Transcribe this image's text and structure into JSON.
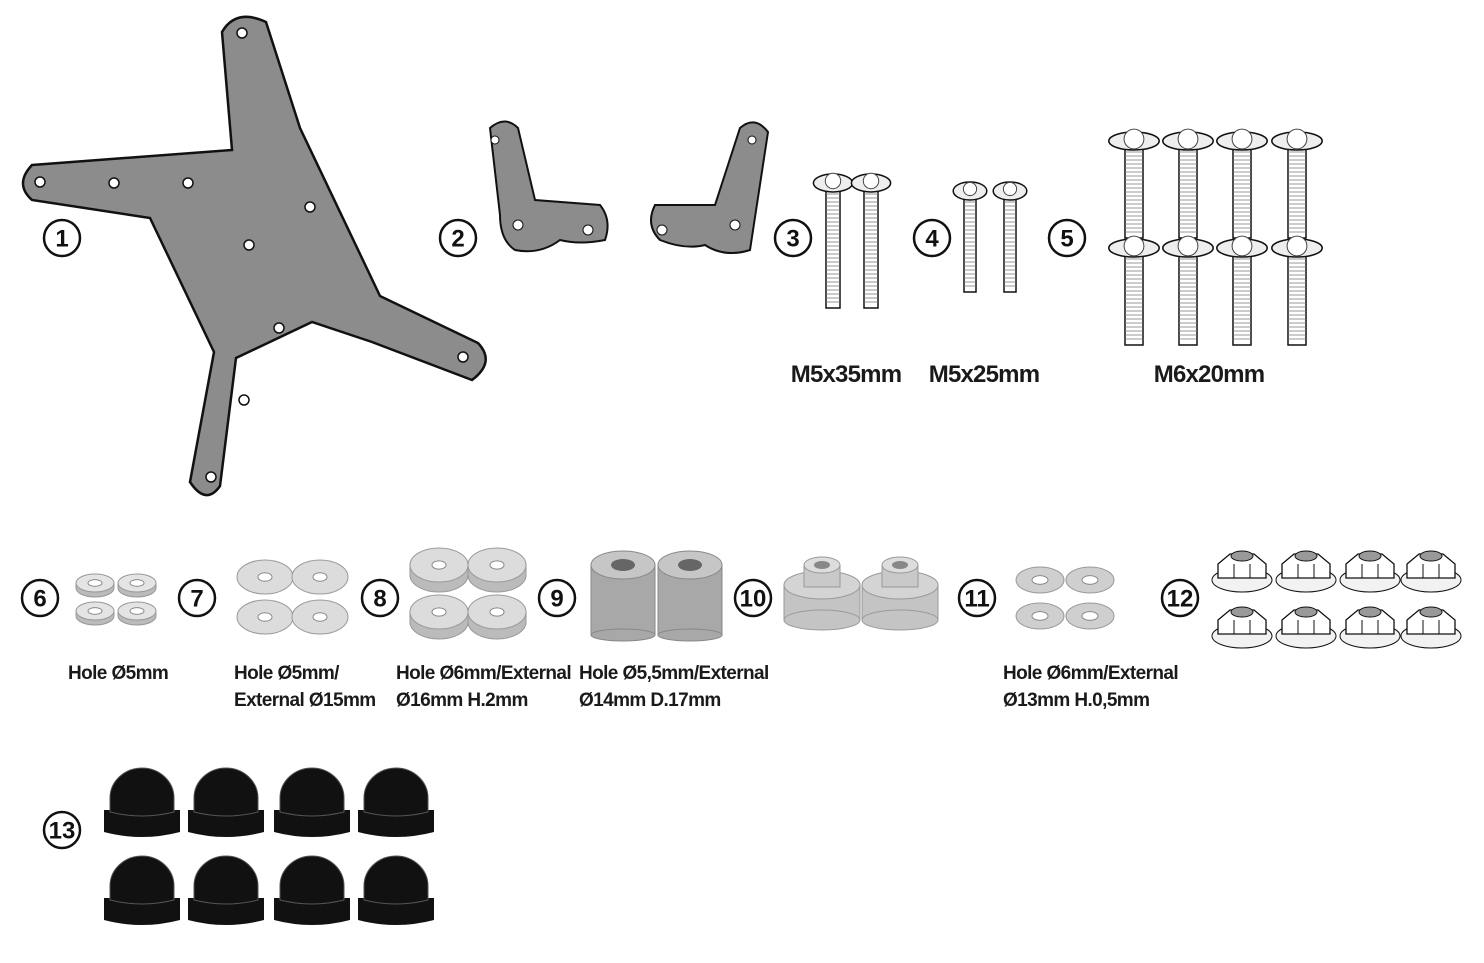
{
  "parts": [
    {
      "number": "1",
      "lines": []
    },
    {
      "number": "2",
      "lines": []
    },
    {
      "number": "3",
      "lines": [
        "M5x35mm"
      ]
    },
    {
      "number": "4",
      "lines": [
        "M5x25mm"
      ]
    },
    {
      "number": "5",
      "lines": [
        "M6x20mm"
      ]
    },
    {
      "number": "6",
      "lines": [
        "Hole Ø5mm"
      ]
    },
    {
      "number": "7",
      "lines": [
        "Hole Ø5mm/",
        "External Ø15mm"
      ]
    },
    {
      "number": "8",
      "lines": [
        "Hole Ø6mm/External",
        "Ø16mm H.2mm"
      ]
    },
    {
      "number": "9",
      "lines": [
        "Hole Ø5,5mm/External",
        "Ø14mm D.17mm"
      ]
    },
    {
      "number": "10",
      "lines": []
    },
    {
      "number": "11",
      "lines": [
        "Hole Ø6mm/External",
        "Ø13mm H.0,5mm"
      ]
    },
    {
      "number": "12",
      "lines": []
    },
    {
      "number": "13",
      "lines": []
    }
  ],
  "colors": {
    "plate": "#8c8c8c",
    "washer": "#dcdcdc",
    "spacer": "#a8a8a8",
    "cap": "#111111",
    "outline": "#111111"
  }
}
